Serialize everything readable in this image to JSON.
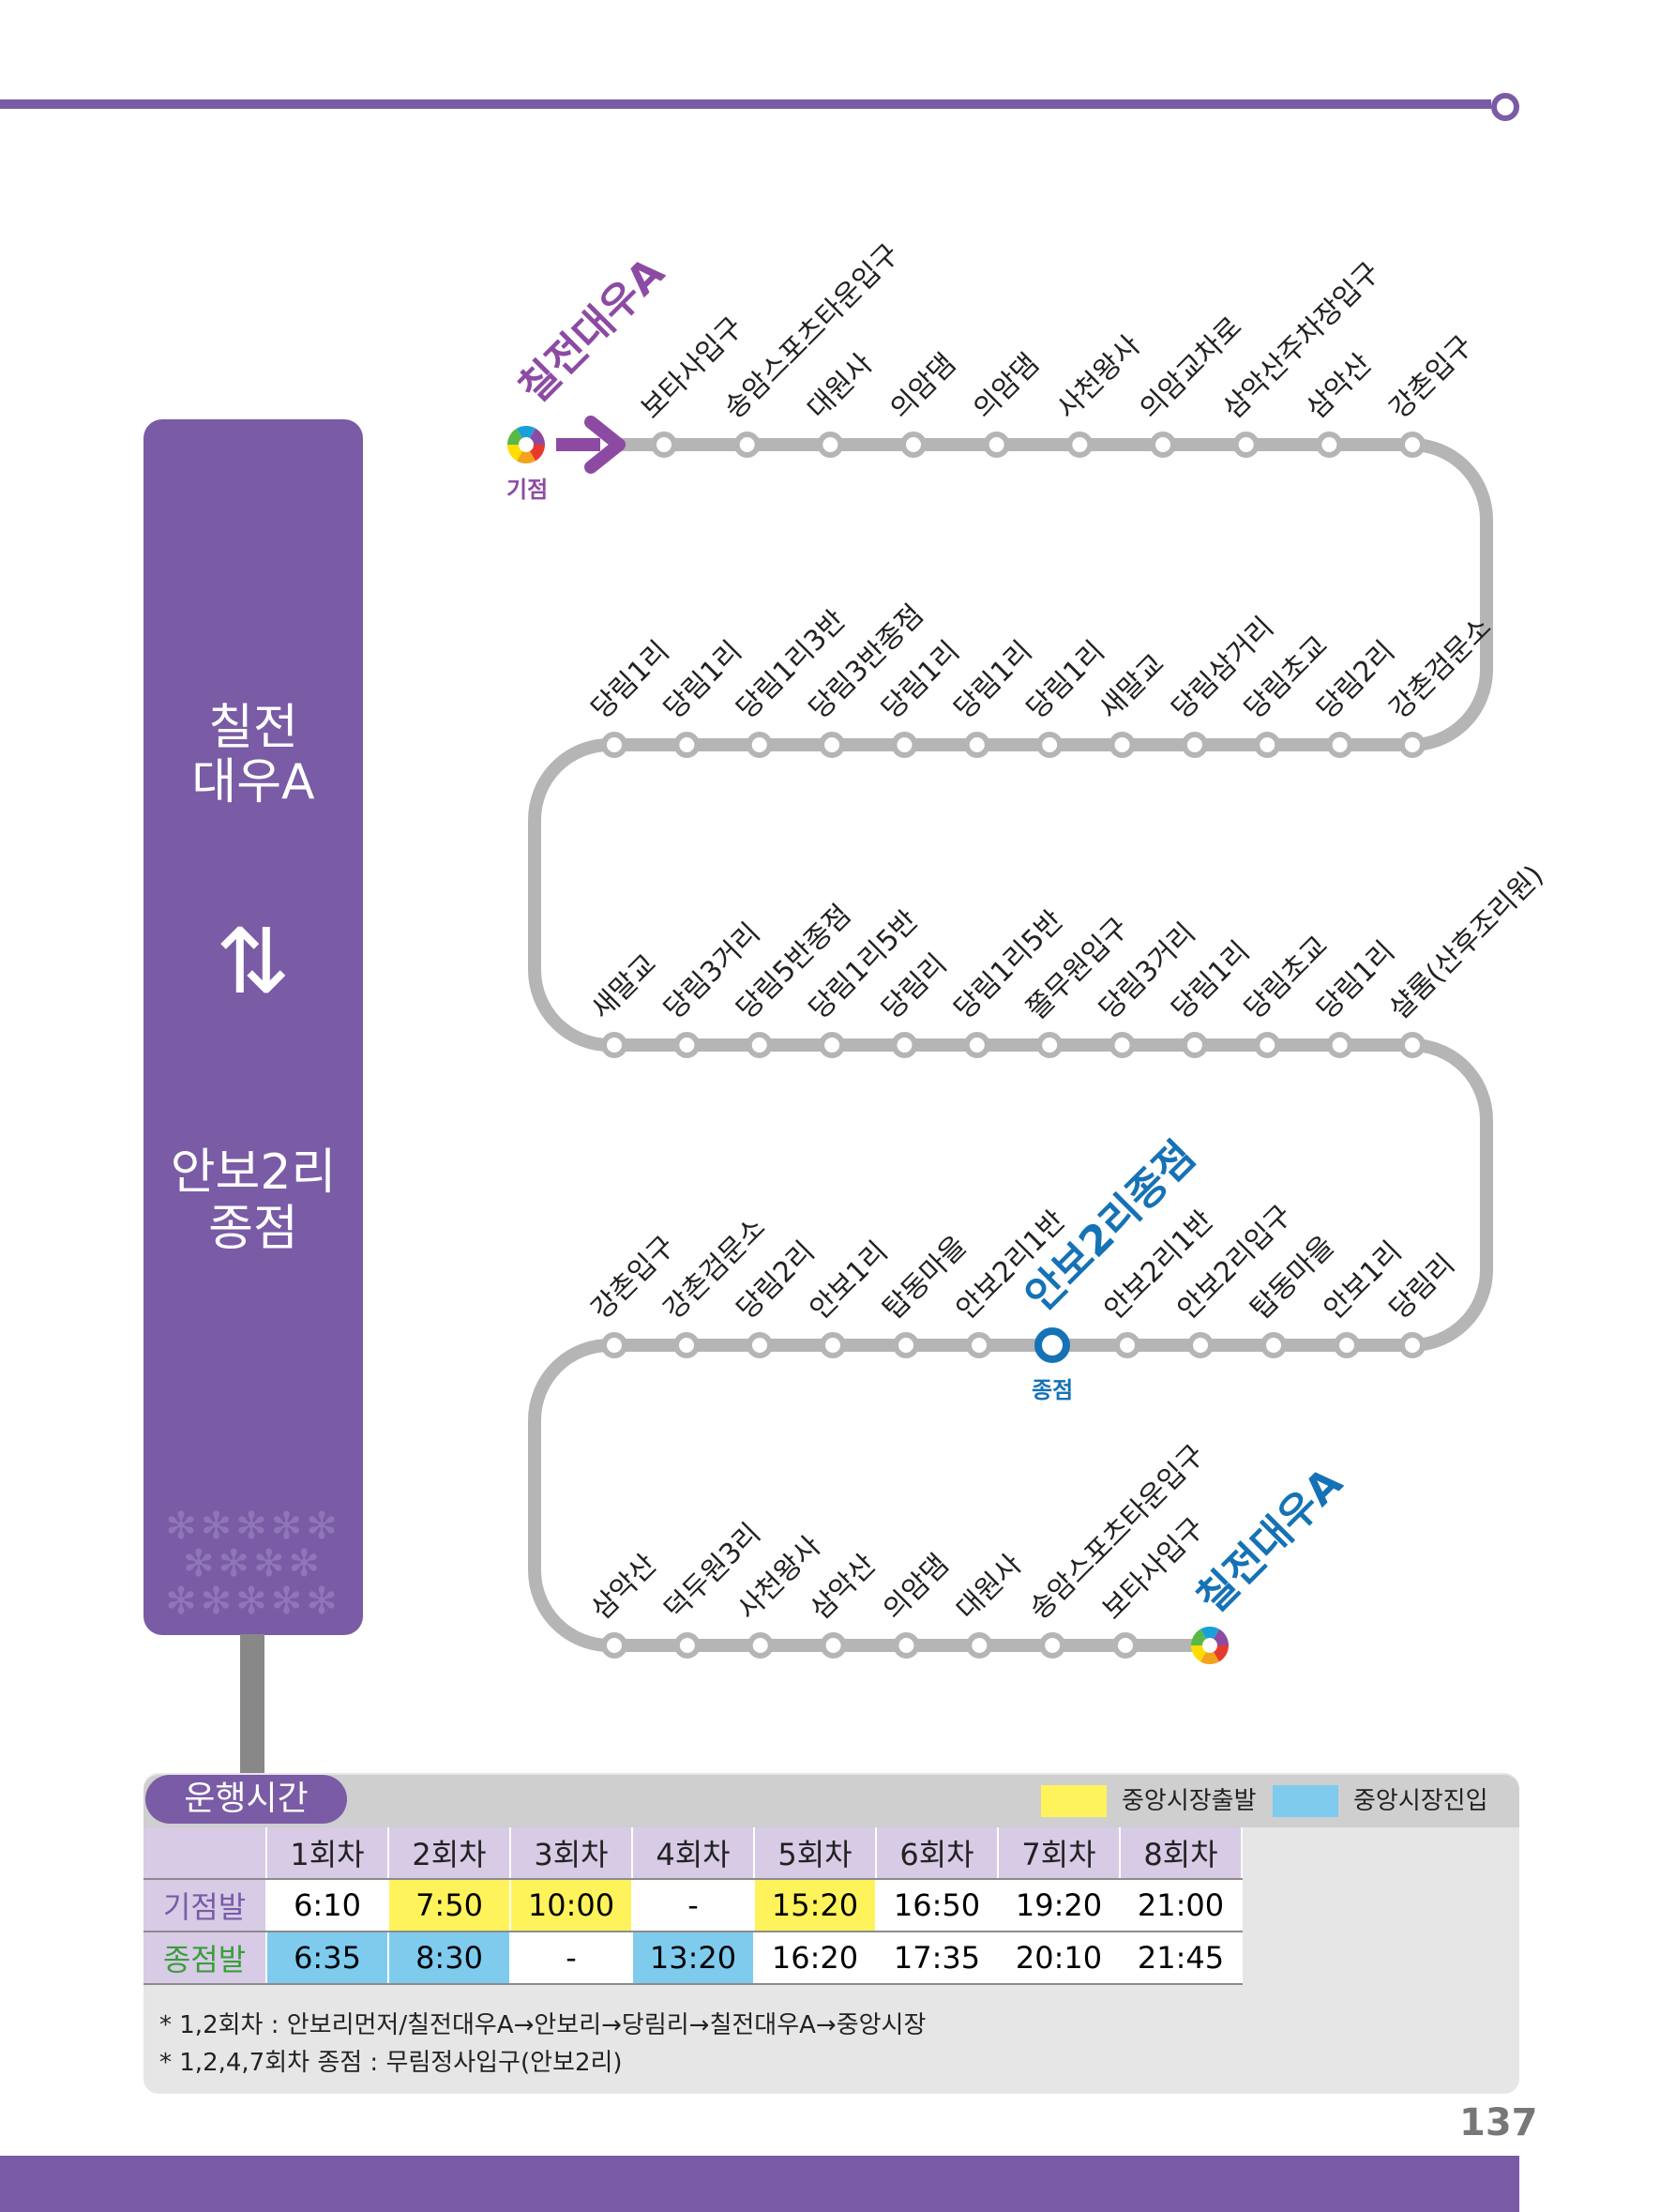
{
  "banner": {
    "line1": "칠전",
    "line2": "대우A",
    "arrow": "⇅",
    "line3": "안보2리",
    "line4": "종점"
  },
  "map": {
    "start_label": "칠전대우A",
    "start_caption": "기점",
    "turn_label": "안보2리종점",
    "turn_caption": "종점",
    "end_label": "칠전대우A",
    "row1": [
      "보타사입구",
      "송암스포츠타운입구",
      "대원사",
      "의암댐",
      "의암댐",
      "사천왕사",
      "의암교차로",
      "삼악산주차장입구",
      "삼악산",
      "강촌입구"
    ],
    "row2": [
      "당림1리",
      "당림1리",
      "당림1리3반",
      "당림3반종점",
      "당림1리",
      "당림1리",
      "당림1리",
      "새말교",
      "당림삼거리",
      "당림초교",
      "당림2리",
      "강촌검문소"
    ],
    "row3": [
      "새말교",
      "당림3거리",
      "당림5반종점",
      "당림1리5반",
      "당림리",
      "당림1리5반",
      "쫄무원입구",
      "당림3거리",
      "당림1리",
      "당림초교",
      "당림1리",
      "샬롬(산후조리원)"
    ],
    "row4": [
      "강촌입구",
      "강촌검문소",
      "당림2리",
      "안보1리",
      "탑동마을",
      "안보2리1반",
      "안보2리1반",
      "안보2리입구",
      "탑동마을",
      "안보1리",
      "당림리"
    ],
    "row5": [
      "삼악산",
      "덕두원3리",
      "사천왕사",
      "삼악산",
      "의암댐",
      "대원사",
      "송암스포츠타운입구",
      "보타사입구"
    ]
  },
  "schedule": {
    "tab": "운행시간",
    "legend": [
      {
        "label": "중앙시장출발",
        "color": "#fff35c"
      },
      {
        "label": "중앙시장진입",
        "color": "#7ecbee"
      }
    ],
    "columns": [
      "1회차",
      "2회차",
      "3회차",
      "4회차",
      "5회차",
      "6회차",
      "7회차",
      "8회차"
    ],
    "rows": [
      {
        "label": "기점발",
        "cells": [
          {
            "v": "6:10",
            "c": "plain"
          },
          {
            "v": "7:50",
            "c": "yellow"
          },
          {
            "v": "10:00",
            "c": "yellow"
          },
          {
            "v": "-",
            "c": "plain"
          },
          {
            "v": "15:20",
            "c": "yellow"
          },
          {
            "v": "16:50",
            "c": "plain"
          },
          {
            "v": "19:20",
            "c": "plain"
          },
          {
            "v": "21:00",
            "c": "plain"
          }
        ]
      },
      {
        "label": "종점발",
        "cells": [
          {
            "v": "6:35",
            "c": "blue"
          },
          {
            "v": "8:30",
            "c": "blue"
          },
          {
            "v": "-",
            "c": "plain"
          },
          {
            "v": "13:20",
            "c": "blue"
          },
          {
            "v": "16:20",
            "c": "plain"
          },
          {
            "v": "17:35",
            "c": "plain"
          },
          {
            "v": "20:10",
            "c": "plain"
          },
          {
            "v": "21:45",
            "c": "plain"
          }
        ]
      }
    ],
    "notes": [
      "* 1,2회차 : 안보리먼저/칠전대우A→안보리→당림리→칠전대우A→중앙시장",
      "* 1,2,4,7회차 종점 : 무림정사입구(안보2리)"
    ]
  },
  "page_number": "137",
  "colors": {
    "accent": "#7a5ba5",
    "start": "#8d4aa3",
    "terminal": "#1572b6",
    "line": "#b5b5b5"
  }
}
